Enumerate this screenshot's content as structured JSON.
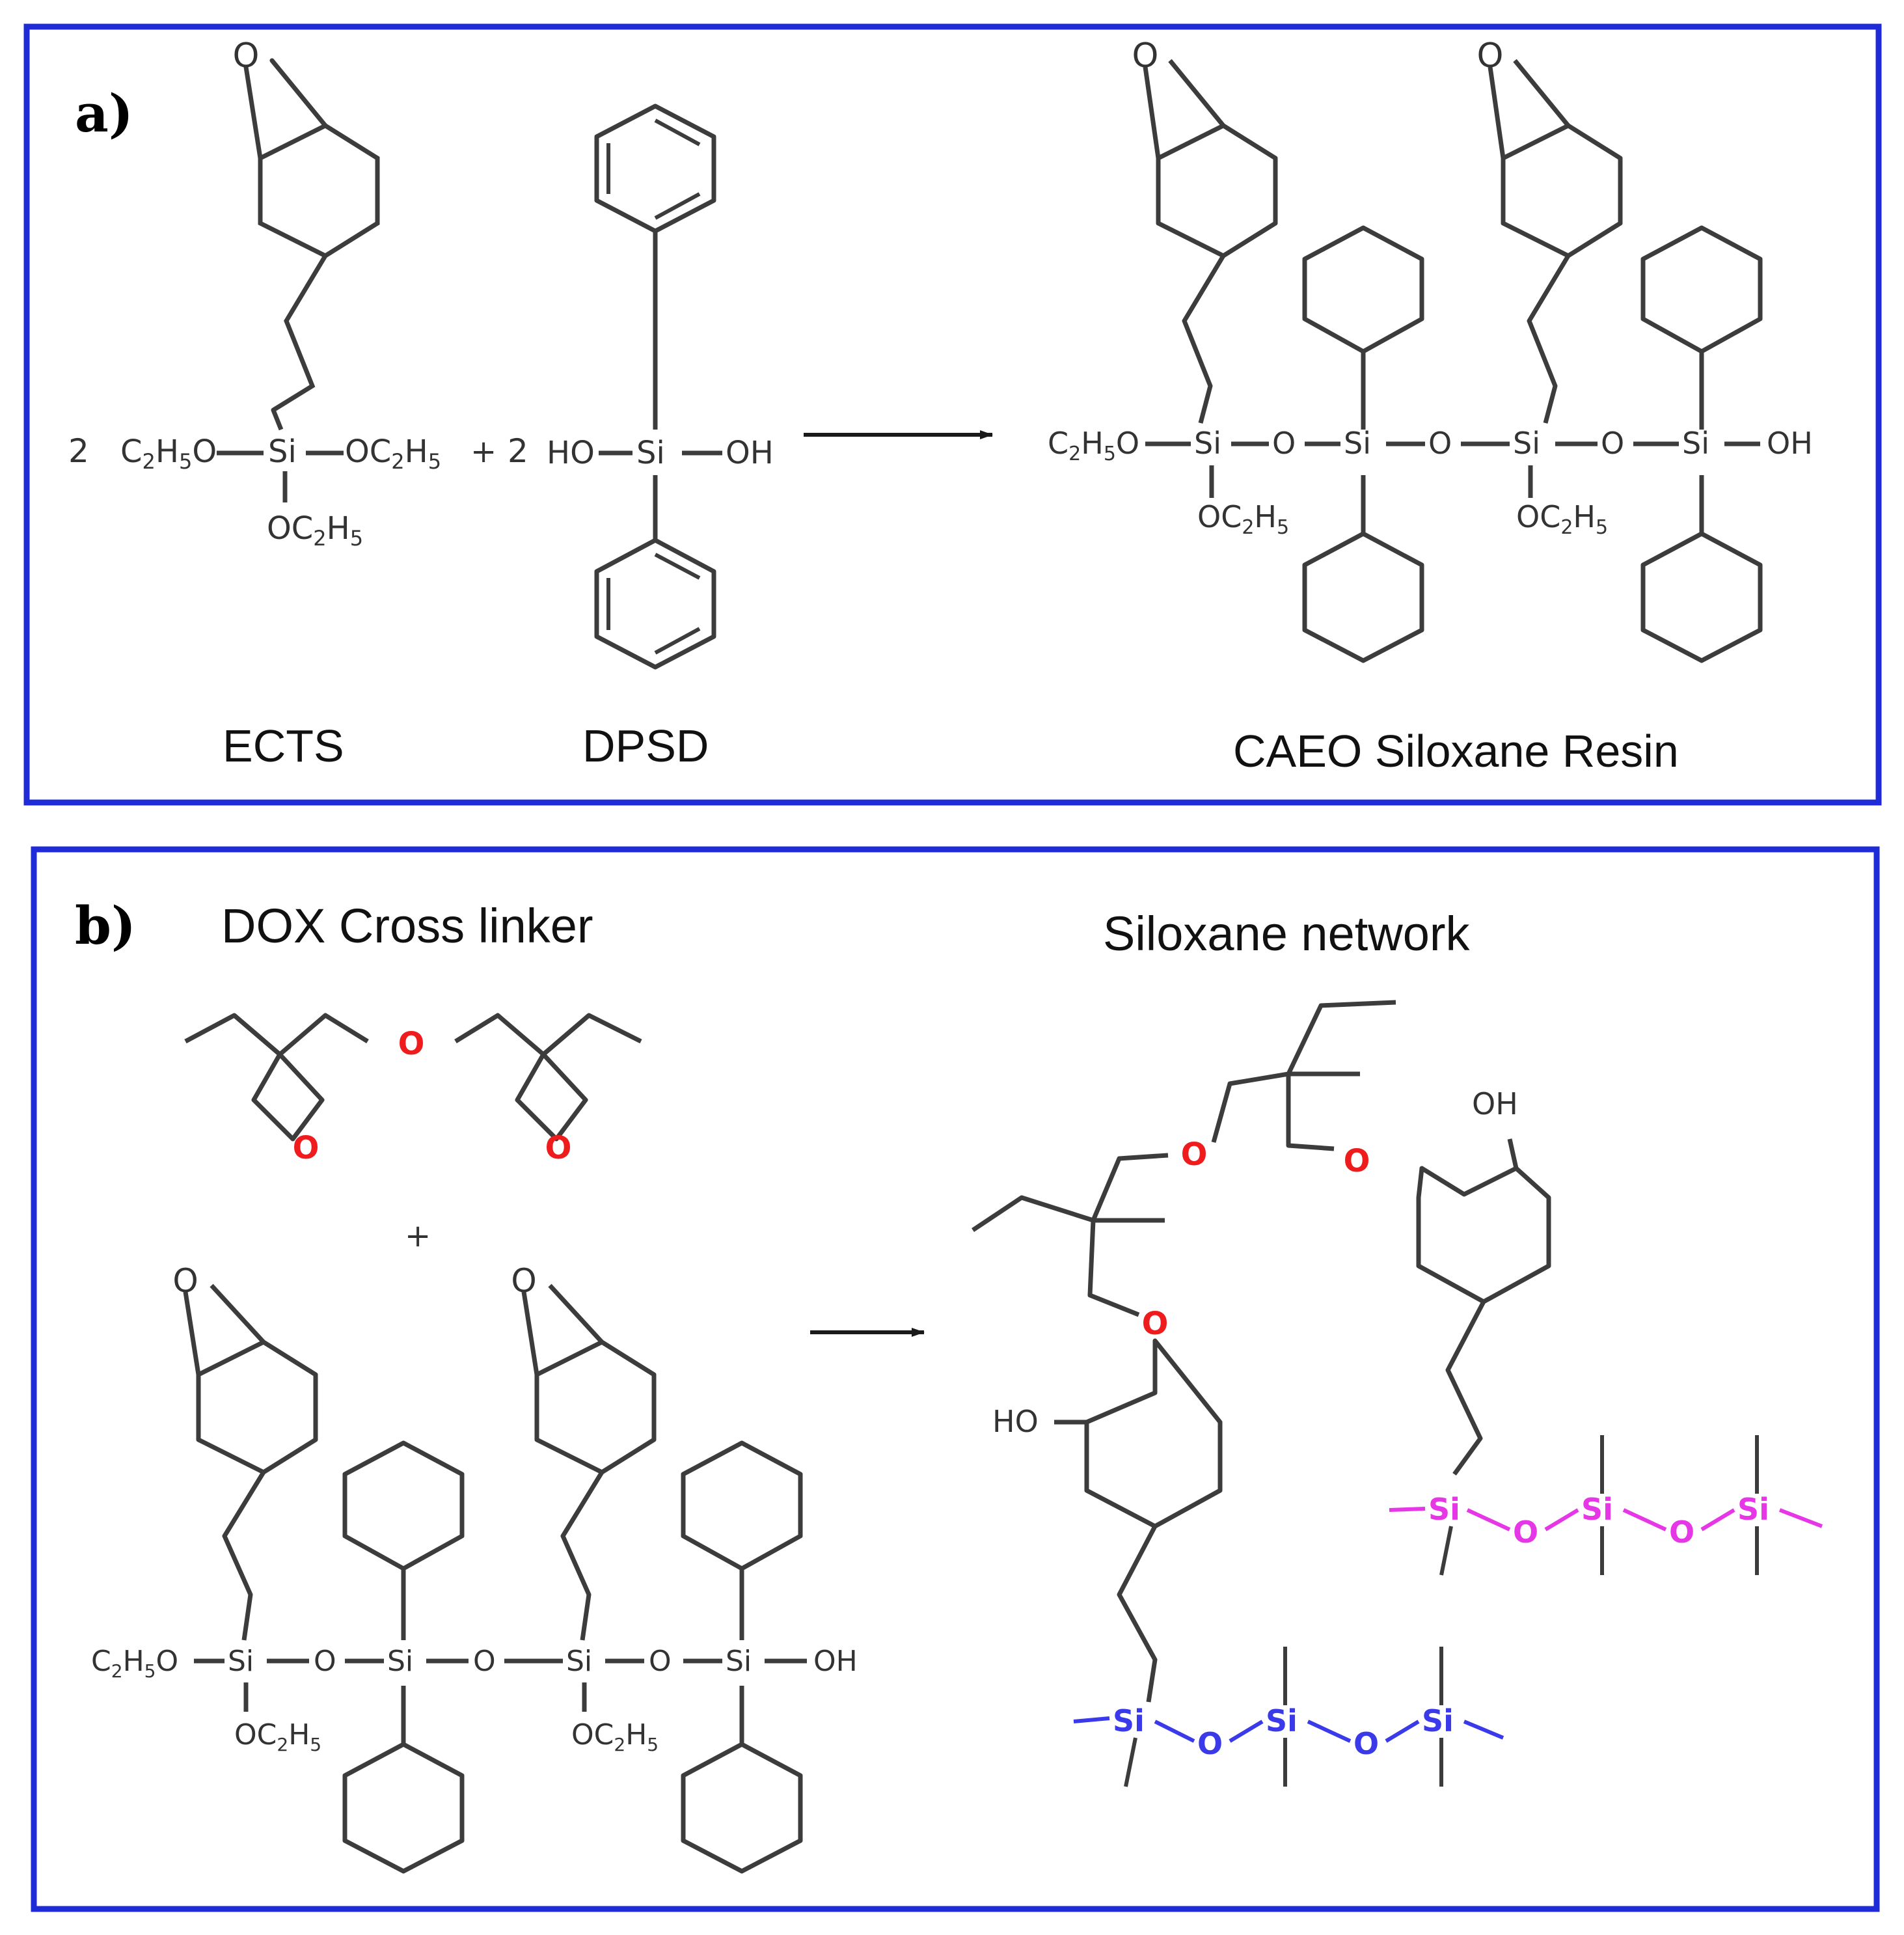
{
  "panel_a": {
    "tag": "a)",
    "coefficient_ects": "2",
    "plus": "+",
    "coefficient_dpsd": "2",
    "ects_label": "ECTS",
    "dpsd_label": "DPSD",
    "product_label": "CAEO Siloxane Resin"
  },
  "panel_b": {
    "tag": "b)",
    "crosslinker_label": "DOX Cross linker",
    "network_label": "Siloxane network",
    "plus": "+"
  },
  "atoms": {
    "si": "Si",
    "o": "O",
    "oh": "OH",
    "ho": "HO"
  },
  "colors": {
    "frame": "#1f2bd6",
    "bond": "#3c3c3c",
    "oxygen_crosslink": "#ee1c1c",
    "siloxane_chain_pink": "#e637e6",
    "siloxane_chain_blue": "#3a3aea"
  }
}
